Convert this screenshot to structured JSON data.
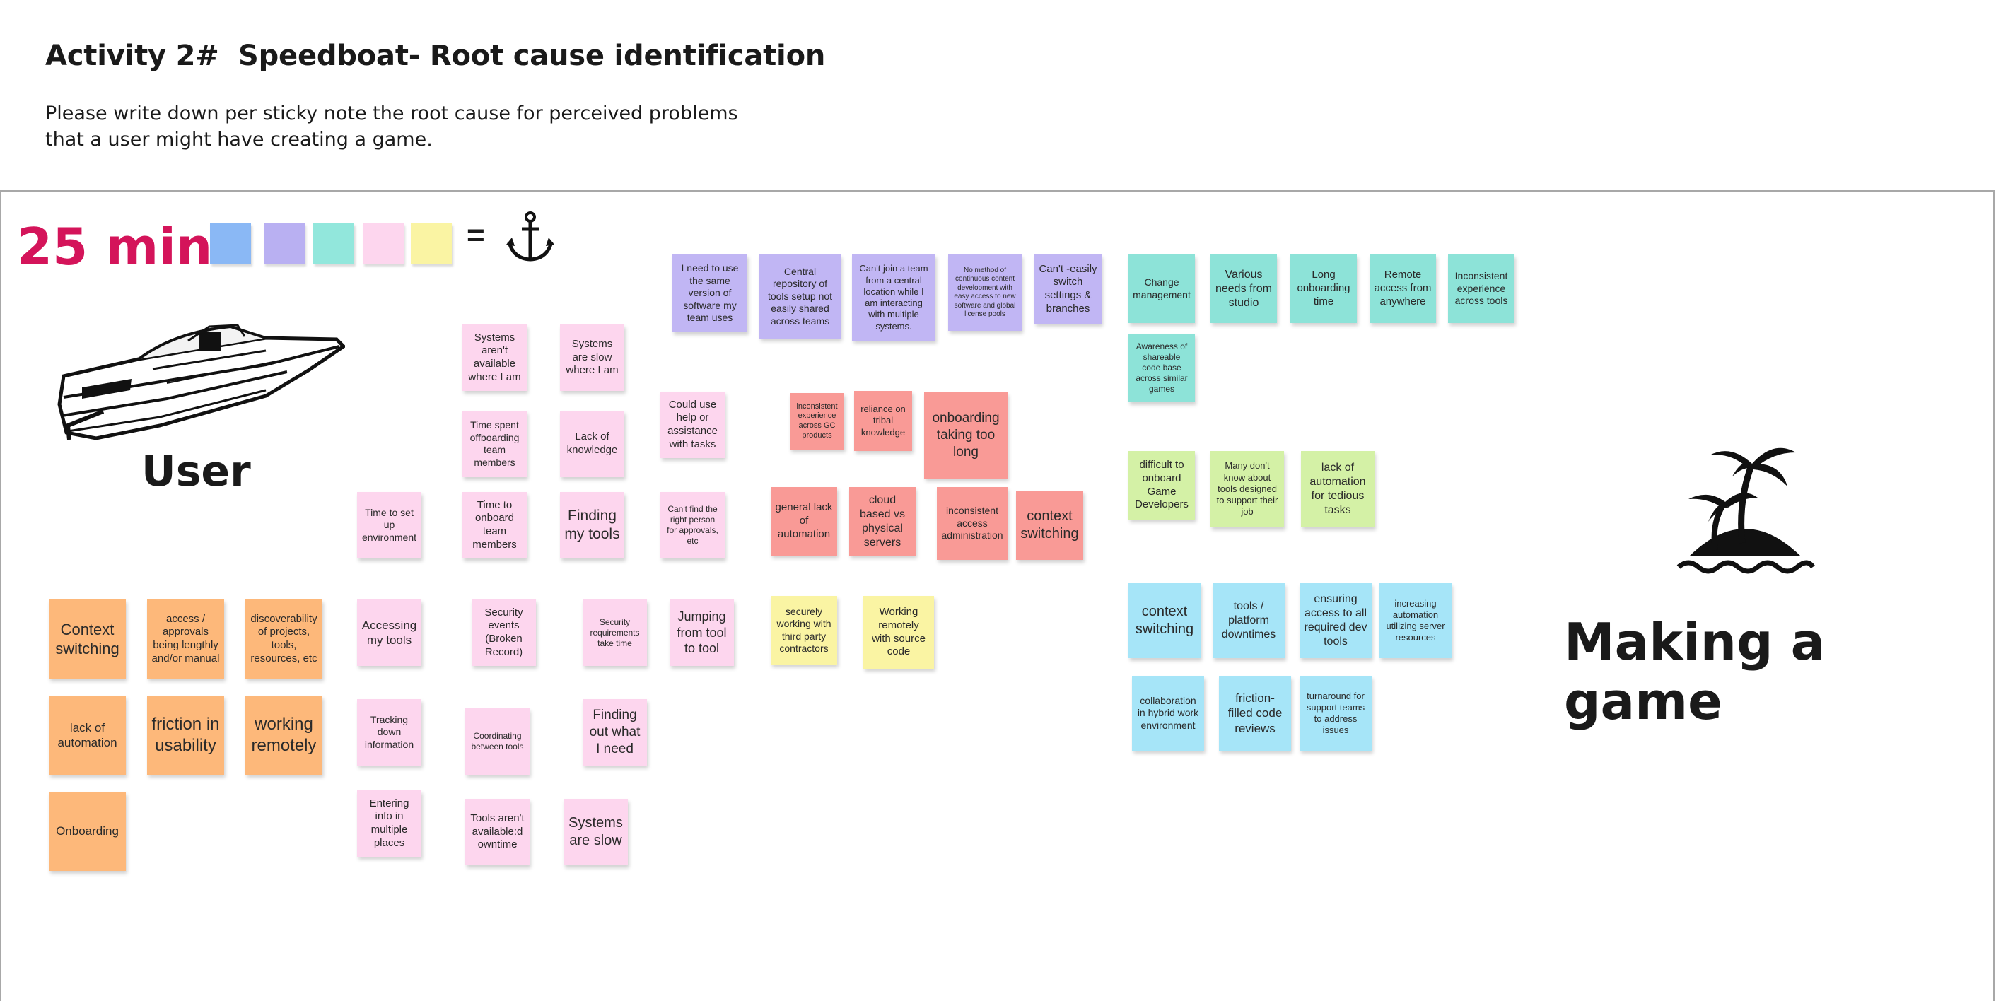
{
  "header": {
    "title": "Activity 2#  Speedboat- Root cause identification",
    "description": "Please write down per sticky note the root cause for perceived problems that a user might have creating a game."
  },
  "board": {
    "timer": "25 min",
    "equals": "=",
    "legend_colors": [
      "#8ab8f5",
      "#b9b0f2",
      "#92e7dc",
      "#fdd6ee",
      "#faf4a3"
    ],
    "user_label": "User",
    "goal_label": "Making a game",
    "icons": [
      "speedboat-icon",
      "anchor-icon",
      "island-icon"
    ]
  },
  "notes": {
    "o1": "Context switching",
    "o2": "access / approvals being lengthly and/or manual",
    "o3": "discoverability of projects, tools, resources, etc",
    "o4": "lack of automation",
    "o5": "friction in usability",
    "o6": "working remotely",
    "o7": "Onboarding",
    "p1": "Time to set up environment",
    "p2": "Systems aren't available where I am",
    "p3": "Systems are slow where I am",
    "p4": "Time spent offboarding team members",
    "p5": "Lack of knowledge",
    "p6": "Time to onboard team members",
    "p7": "Finding my tools",
    "p8": "Could use help or assistance with tasks",
    "p9": "Can't find the right person for approvals, etc",
    "p10": "Accessing my tools",
    "p11": "Security events (Broken Record)",
    "p12": "Security requirements take time",
    "p13": "Jumping from tool to tool",
    "p14": "Tracking down information",
    "p15": "Coordinating between tools",
    "p16": "Finding out what I need",
    "p17": "Entering info in multiple places",
    "p18": "Tools aren't available:d owntime",
    "p19": "Systems are slow",
    "u1": "I need to use the same version of software my team uses",
    "u2": "Central repository of tools setup not easily shared across teams",
    "u3": "Can't join a team from a central location while I am interacting with multiple systems.",
    "u4": "No method of continuous content development with easy access to new software and global license pools",
    "u5": "Can't -easily switch settings & branches",
    "r1": "inconsistent experience across GC products",
    "r2": "reliance on tribal knowledge",
    "r3": "onboarding taking too long",
    "r4": "general lack of automation",
    "r5": "cloud based vs physical servers",
    "r6": "inconsistent access administration",
    "r7": "context switching",
    "y1": "securely working with third party contractors",
    "y2": "Working remotely with source code",
    "t1": "Change management",
    "t2": "Various needs from studio",
    "t3": "Long onboarding time",
    "t4": "Remote access from anywhere",
    "t5": "Inconsistent experience across tools",
    "t6": "Awareness of shareable code base across similar games",
    "g1": "difficult to onboard Game Developers",
    "g2": "Many don't know about tools designed to support their job",
    "g3": "lack of automation for tedious tasks",
    "b1": "context switching",
    "b2": "tools / platform downtimes",
    "b3": "ensuring access to all required dev tools",
    "b4": "increasing automation utilizing server resources",
    "b5": "collaboration in hybrid work environment",
    "b6": "friction-filled code reviews",
    "b7": "turnaround for support teams to address issues"
  }
}
